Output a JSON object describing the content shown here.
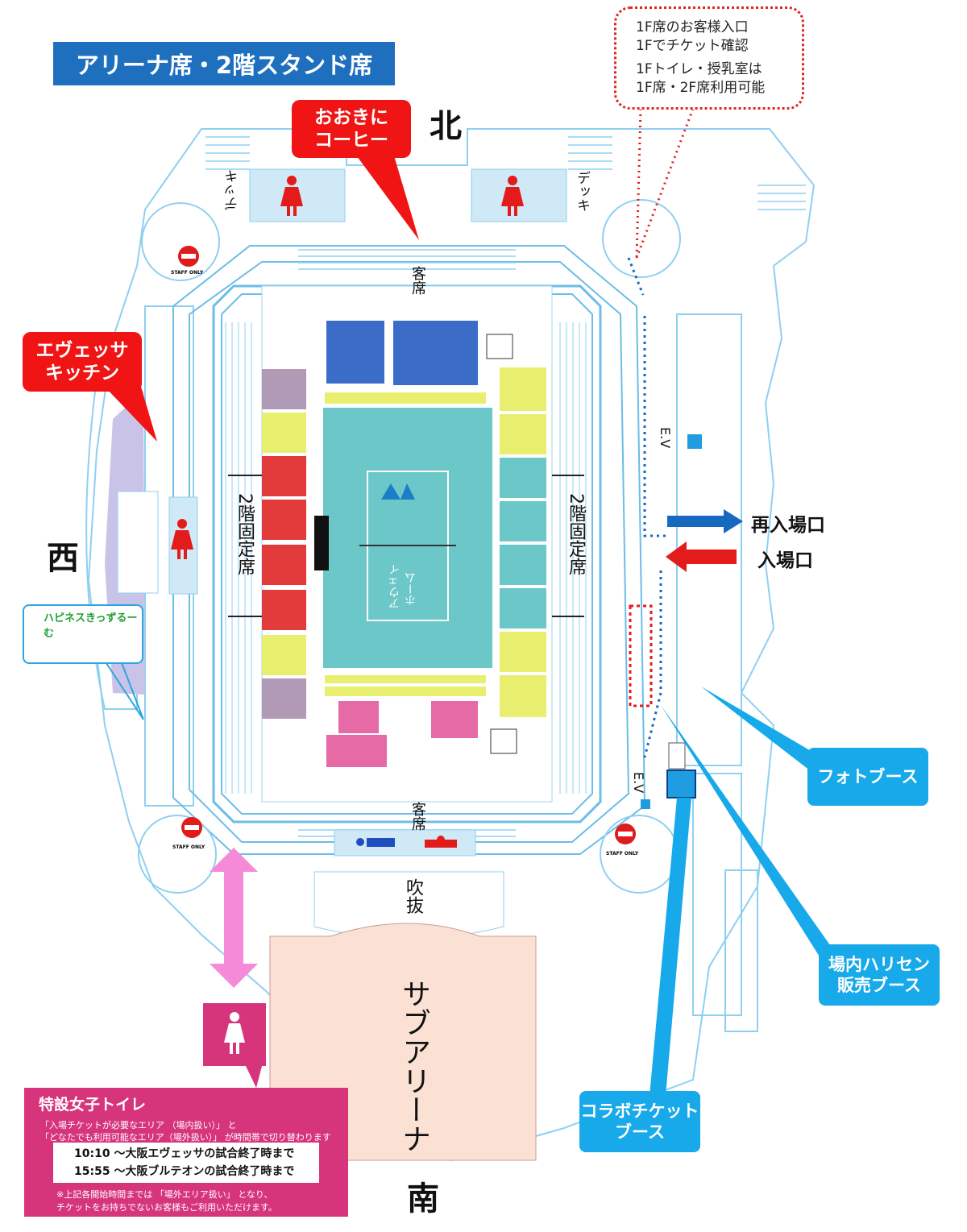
{
  "title": "アリーナ席・2階スタンド席",
  "compass": {
    "north": "北",
    "south": "南",
    "west": "西"
  },
  "callouts": {
    "ookini_coffee": [
      "おおきに",
      "コーヒー"
    ],
    "evessa_kitchen": [
      "エヴェッサ",
      "キッチン"
    ],
    "photo_booth": [
      "フォトブース"
    ],
    "harisen_booth": [
      "場内ハリセン",
      "販売ブース"
    ],
    "collab_ticket_booth": [
      "コラボチケット",
      "ブース"
    ]
  },
  "notice_1f": [
    "1F席のお客様入口",
    "1Fでチケット確認",
    "1Fトイレ・授乳室は",
    "1F席・2F席利用可能"
  ],
  "entrances": {
    "reentry": "再入場口",
    "entry": "入場口"
  },
  "elevator_label": "E.V",
  "deck_label": "デッキ",
  "staff_only": "STAFF ONLY",
  "seats": {
    "stand_north": "客席",
    "stand_south": "客席",
    "fixed_west": "2階固定席",
    "fixed_east": "2階固定席"
  },
  "court": {
    "home": "ホーム",
    "away": "アウェイ"
  },
  "atrium": "吹抜",
  "sub_arena": "サブアリーナ",
  "happiness_room": "ハピネスきっずるーむ",
  "womens_toilet": {
    "title": "特設女子トイレ",
    "line1": "「入場チケットが必要なエリア （場内扱い）」 と",
    "line2": "「どなたでも利用可能なエリア（場外扱い）」 が時間帯で切り替わります",
    "time1": "10:10 ～大阪エヴェッサの試合終了時まで",
    "time2": "15:55 ～大阪ブルテオンの試合終了時まで",
    "note1": "※上記各開始時間までは 「場外エリア扱い」 となり、",
    "note2": "チケットをお持ちでないお客様もご利用いただけます。"
  },
  "colors": {
    "banner": "#1f6fbf",
    "red": "#f01414",
    "blue_callout": "#17a9ea",
    "pink": "#d6357c",
    "court": "#6cc7c8",
    "floor_line": "#8fd0f0",
    "sub_arena": "#fbe1d3"
  }
}
